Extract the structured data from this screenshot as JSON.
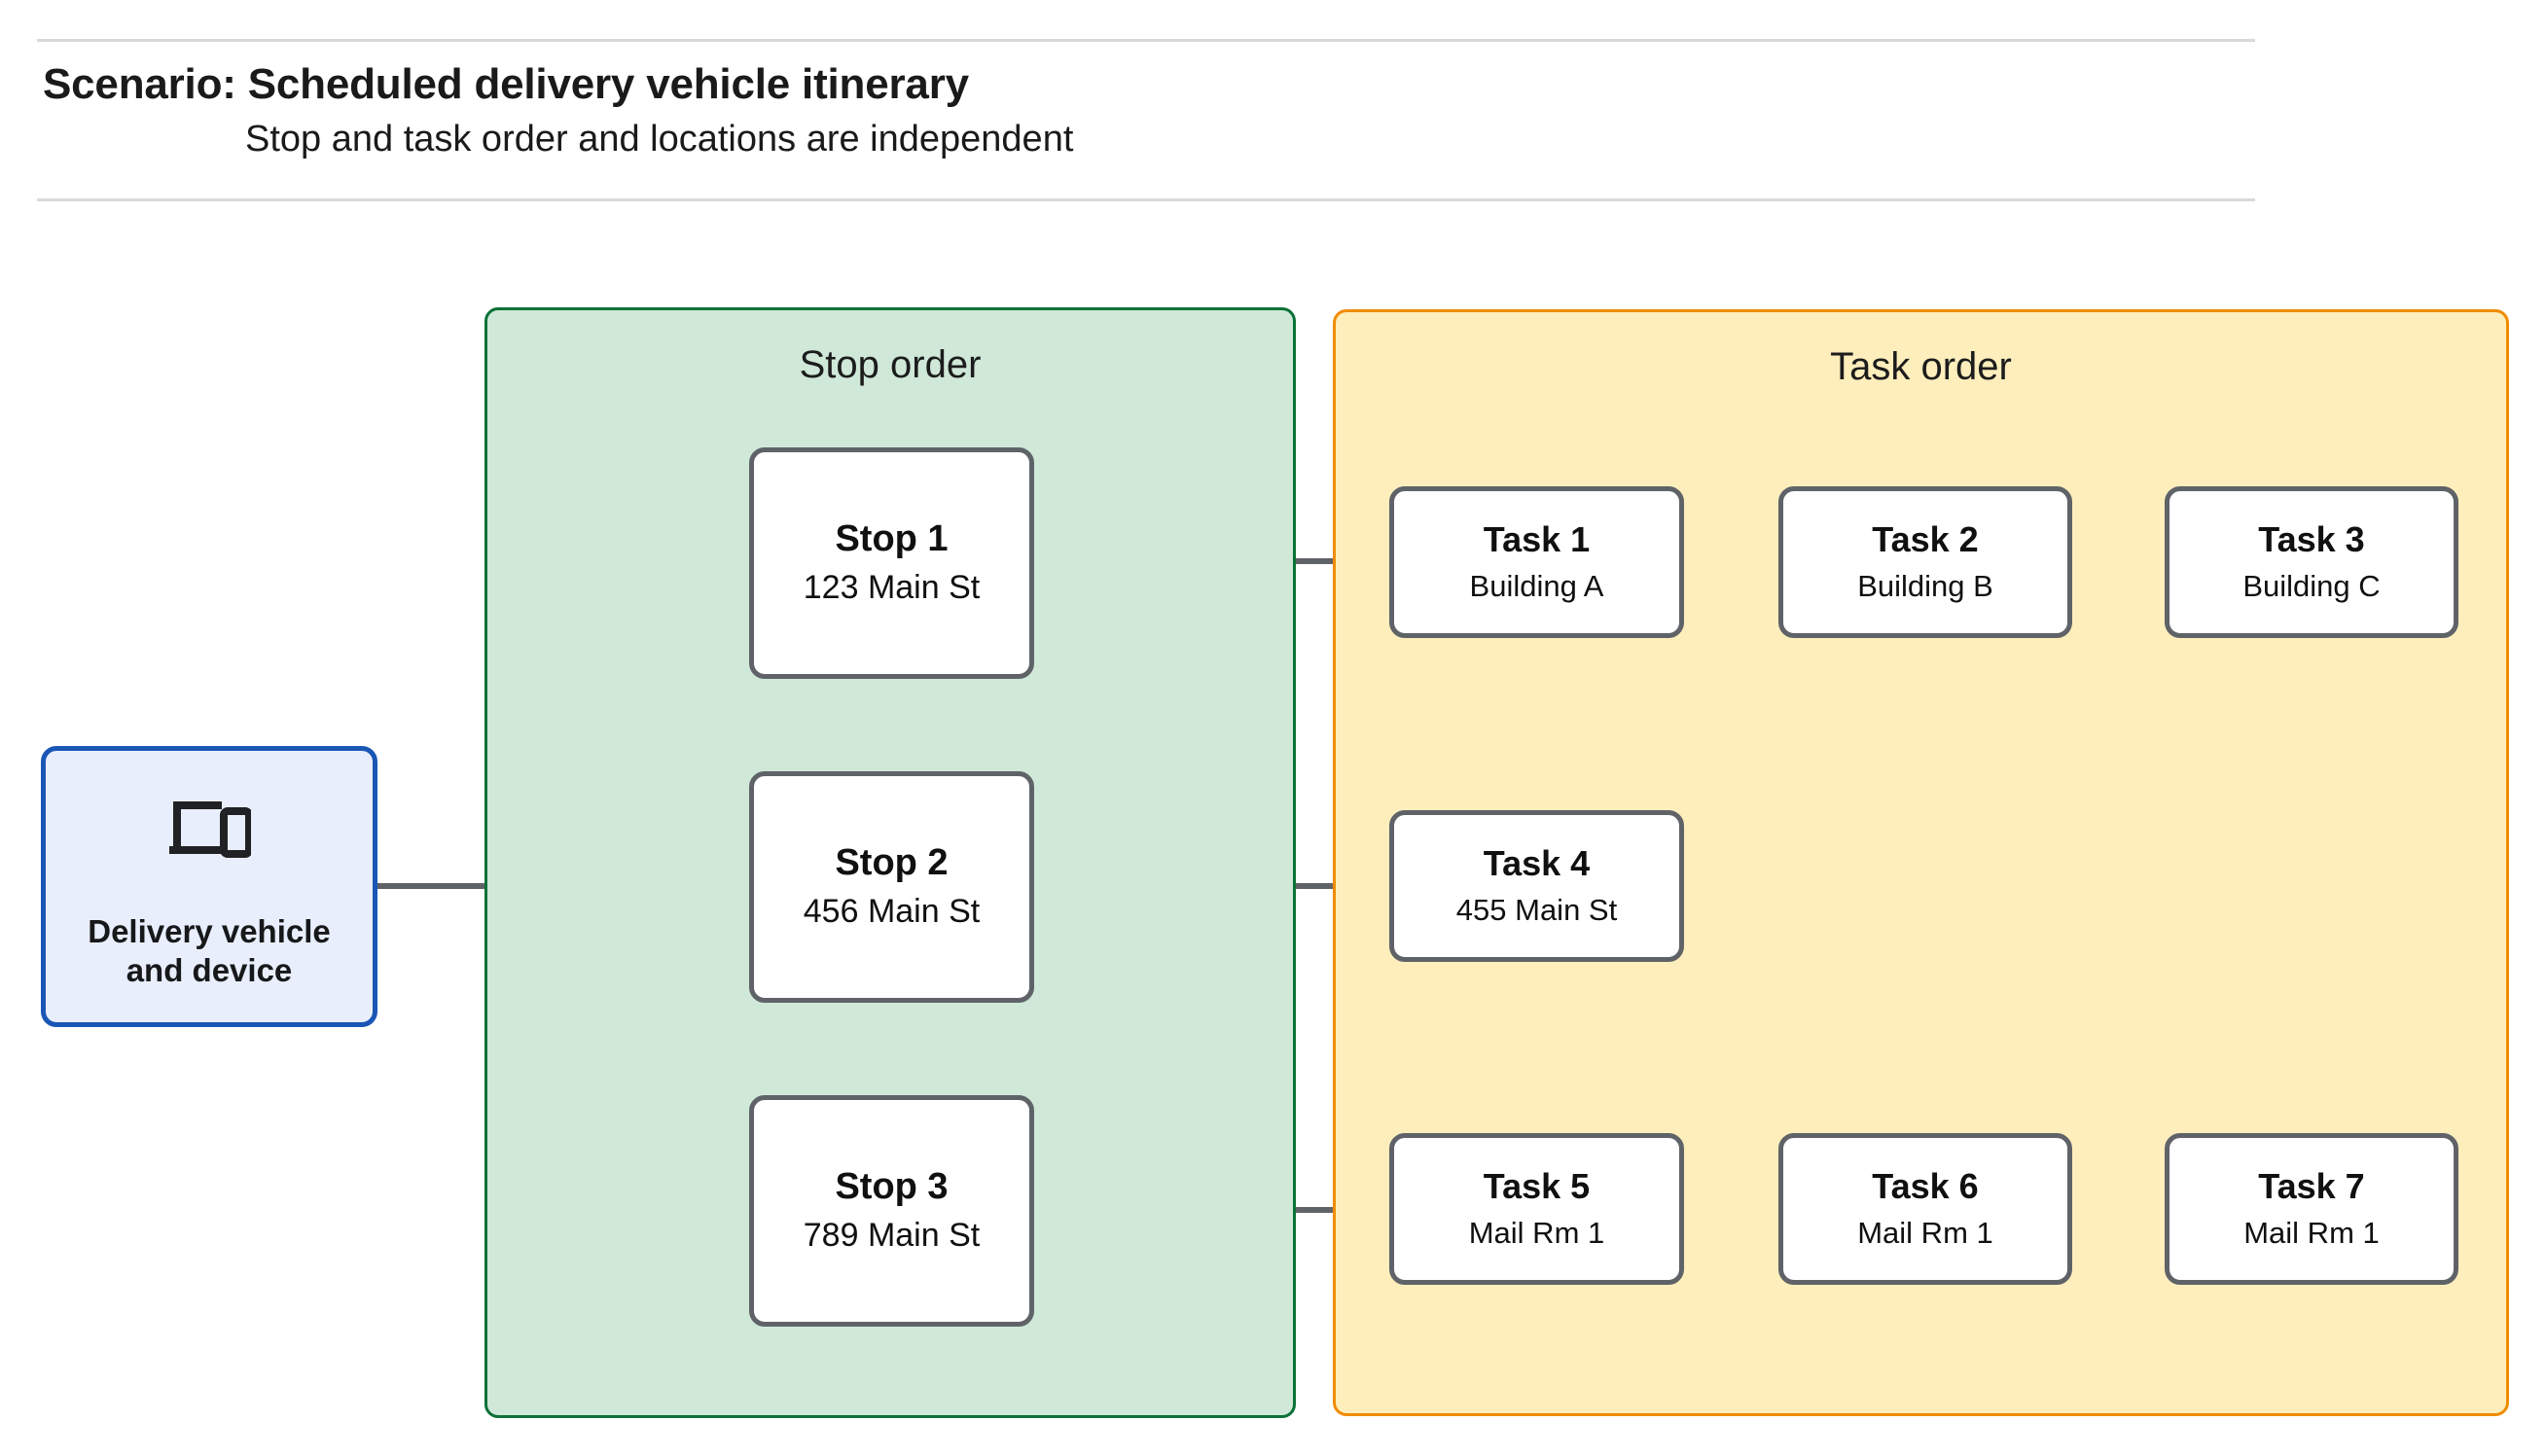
{
  "header": {
    "title": "Scenario: Scheduled delivery vehicle itinerary",
    "subtitle": "Stop and task order and locations are independent"
  },
  "diagram": {
    "device": {
      "icon": "devices-icon",
      "label_line_1": "Delivery vehicle",
      "label_line_2": "and device"
    },
    "stop_group": {
      "title": "Stop order",
      "fill_color": "#cfe8d8",
      "border_color": "#0c7137",
      "stops": [
        {
          "title": "Stop 1",
          "address": "123 Main St"
        },
        {
          "title": "Stop 2",
          "address": "456 Main St"
        },
        {
          "title": "Stop 3",
          "address": "789 Main St"
        }
      ]
    },
    "task_group": {
      "title": "Task order",
      "fill_color": "#fdeebc",
      "border_color": "#f08c00",
      "rows": [
        {
          "tasks": [
            {
              "title": "Task 1",
              "location": "Building A"
            },
            {
              "title": "Task 2",
              "location": "Building B"
            },
            {
              "title": "Task 3",
              "location": "Building C"
            }
          ]
        },
        {
          "tasks": [
            {
              "title": "Task 4",
              "location": "455 Main St"
            }
          ]
        },
        {
          "tasks": [
            {
              "title": "Task 5",
              "location": "Mail Rm 1"
            },
            {
              "title": "Task 6",
              "location": "Mail Rm 1"
            },
            {
              "title": "Task 7",
              "location": "Mail Rm 1"
            }
          ]
        }
      ]
    },
    "node_colors": {
      "node_fill": "#ffffff",
      "node_border": "#5f6368",
      "device_fill": "#e8eefc",
      "device_border": "#1a56b5",
      "connector": "#5f6368"
    }
  }
}
